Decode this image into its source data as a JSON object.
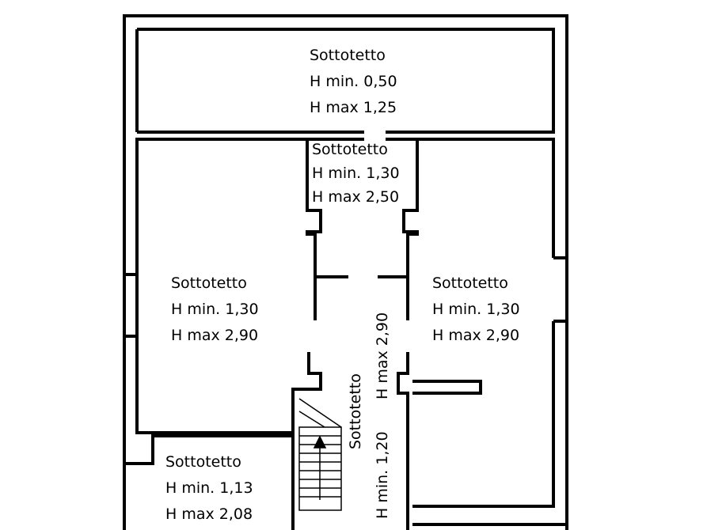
{
  "rooms": {
    "top": {
      "name": "Sottotetto",
      "hmin": "H min. 0,50",
      "hmax": "H max 1,25"
    },
    "center": {
      "name": "Sottotetto",
      "hmin": "H min. 1,30",
      "hmax": "H max 2,50"
    },
    "left": {
      "name": "Sottotetto",
      "hmin": "H min. 1,30",
      "hmax": "H max 2,90"
    },
    "right": {
      "name": "Sottotetto",
      "hmin": "H min. 1,30",
      "hmax": "H max 2,90"
    },
    "bottom_left": {
      "name": "Sottotetto",
      "hmin": "H min. 1,13",
      "hmax": "H max 2,08"
    },
    "corridor": {
      "name": "Sottotetto",
      "hmin": "H min. 1,20",
      "hmax": "H max 2,90"
    }
  },
  "colors": {
    "wall": "#000000",
    "background": "#ffffff"
  }
}
